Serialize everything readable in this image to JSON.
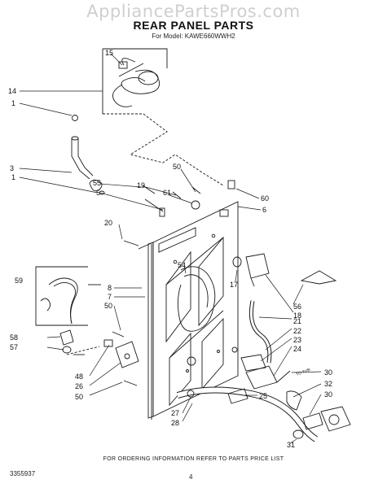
{
  "header": {
    "watermark": "AppliancePartsPros.com",
    "title": "REAR PANEL PARTS",
    "subtitle": "For Model: KAWE660WWH2"
  },
  "callouts": {
    "c15": "15",
    "c14": "14",
    "c1a": "1",
    "c3": "3",
    "c1b": "1",
    "c50a": "50",
    "c55": "55",
    "c5": "5",
    "c19": "19",
    "c61": "61",
    "c60": "60",
    "c6": "6",
    "c20": "20",
    "c54": "54",
    "c17": "17",
    "c56": "56",
    "c18": "18",
    "c59": "59",
    "c8": "8",
    "c7": "7",
    "c50b": "50",
    "c21": "21",
    "c22": "22",
    "c58": "58",
    "c57": "57",
    "c23": "23",
    "c24": "24",
    "c48": "48",
    "c26a": "26",
    "c26b": "26",
    "c50c": "50",
    "c25": "25",
    "c30a": "30",
    "c32": "32",
    "c30b": "30",
    "c27": "27",
    "c28": "28",
    "c31": "31",
    "tub": "TO TUB"
  },
  "footer": {
    "doc_number": "3355937",
    "notice": "FOR ORDERING INFORMATION REFER TO PARTS PRICE LIST",
    "page": "4"
  }
}
